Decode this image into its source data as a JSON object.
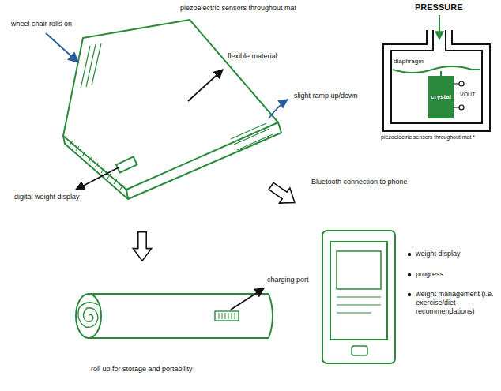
{
  "diagram": {
    "title": "piezoelectric sensors throughout mat",
    "nodes": [
      {
        "text": [
          "diaphragm"
        ]
      },
      {
        "text": [
          "crystal"
        ],
        "in": 0
      }
    ],
    "labels": [
      "wheel chair rolls on",
      "flexible material",
      "slight ramp up/down",
      "digital weight display",
      "PRESSURE",
      "VOUT",
      "piezoelectric sensors throughout mat *",
      "Bluetooth connection to phone",
      "weight display",
      "progress",
      "weight management (i.e. exercise/diet recommendations)",
      "charging port",
      "roll up for storage and portability"
    ]
  }
}
